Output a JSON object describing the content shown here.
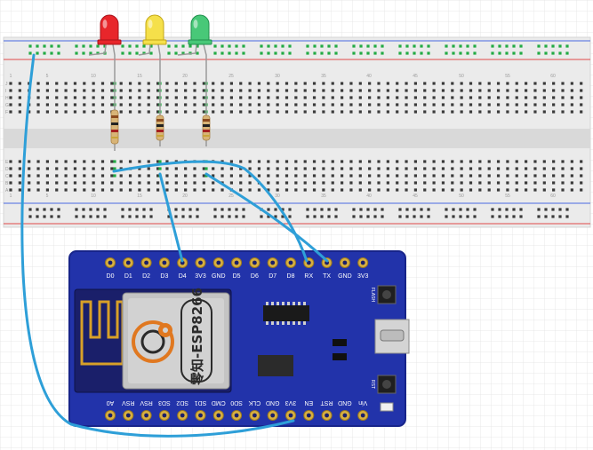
{
  "breadboard": {
    "column_numbers": [
      "1",
      "5",
      "10",
      "15",
      "20",
      "25",
      "30",
      "35",
      "40",
      "45",
      "50",
      "55",
      "60"
    ],
    "row_letters_top": [
      "J",
      "I",
      "H",
      "G",
      "F"
    ],
    "row_letters_bottom": [
      "E",
      "D",
      "C",
      "B",
      "A"
    ]
  },
  "leds": [
    {
      "color_name": "red",
      "fill": "#e8262b",
      "dark": "#a8121a"
    },
    {
      "color_name": "yellow",
      "fill": "#f5e04a",
      "dark": "#c2a616"
    },
    {
      "color_name": "green",
      "fill": "#48c878",
      "dark": "#1f8f4c"
    }
  ],
  "colors": {
    "wire": "#2e9fd8",
    "board": "#2233aa",
    "board_edge": "#17248a",
    "rail_red": "#e04848",
    "rail_blue": "#4a6ae0",
    "hole": "#3a3a3a",
    "hole_active": "#22aa44"
  },
  "board": {
    "module_text": "零知-ESP8266",
    "top_pins": [
      "D0",
      "D1",
      "D2",
      "D3",
      "D4",
      "3V3",
      "GND",
      "D5",
      "D6",
      "D7",
      "D8",
      "RX",
      "TX",
      "GND",
      "3V3"
    ],
    "bottom_pins": [
      "A0",
      "RSV",
      "RSV",
      "SD3",
      "SD2",
      "SD1",
      "CMD",
      "SD0",
      "CLK",
      "GND",
      "3V3",
      "EN",
      "RST",
      "GND",
      "Vin"
    ],
    "flash_label": "FLASH",
    "rst_label": "RST"
  }
}
